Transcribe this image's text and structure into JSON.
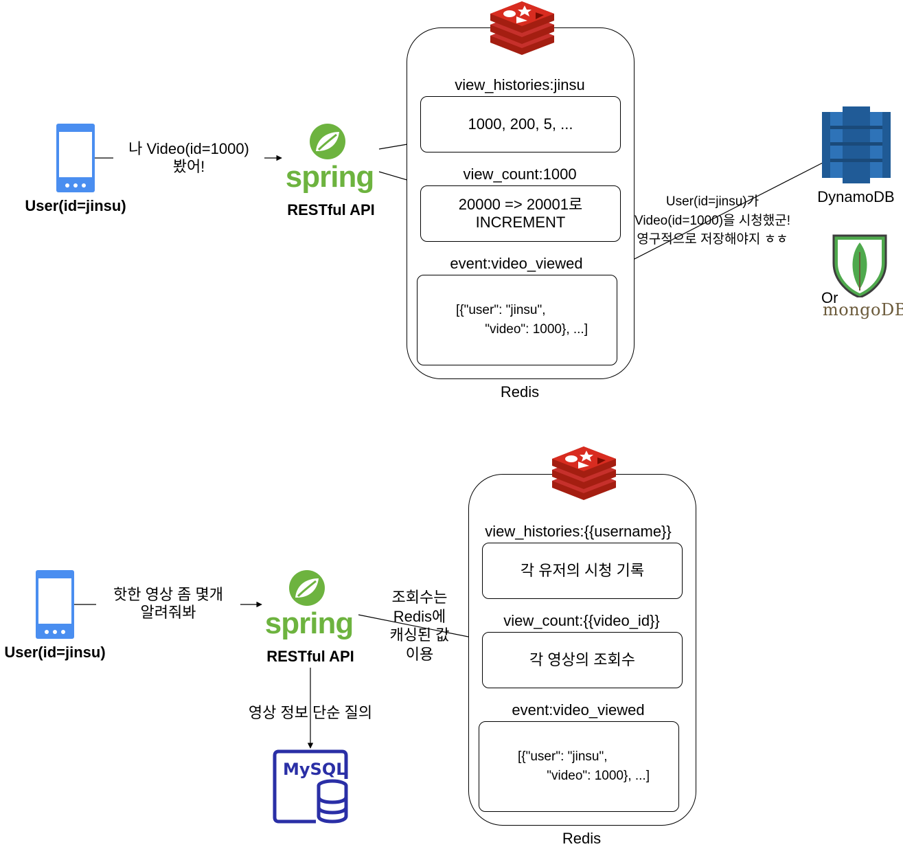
{
  "top": {
    "user_label": "User(id=jinsu)",
    "request_label": "나 Video(id=1000)\n봤어!",
    "api_label": "RESTful API",
    "spring_text": "spring",
    "redis_label": "Redis",
    "key_histories": "view_histories:jinsu",
    "val_histories": "1000, 200, 5, ...",
    "key_count": "view_count:1000",
    "val_count": "20000 => 20001로\nINCREMENT",
    "key_event": "event:video_viewed",
    "val_event": "[{\"user\": \"jinsu\",\n        \"video\": 1000}, ...]",
    "persist_label": "User(id=jinsu)가\nVideo(id=1000)을 시청했군!\n영구적으로 저장해야지 ㅎㅎ",
    "dynamo_label": "DynamoDB",
    "or_label": "Or",
    "mongo_text": "mongoDB"
  },
  "bottom": {
    "user_label": "User(id=jinsu)",
    "request_label": "핫한 영상 좀 몇개\n알려줘봐",
    "api_label": "RESTful API",
    "spring_text": "spring",
    "cache_label": "조회수는\nRedis에\n캐싱된 값\n이용",
    "mysql_label": "영상 정보 단순 질의",
    "mysql_text": "MySQL",
    "redis_label": "Redis",
    "key_histories": "view_histories:{{username}}",
    "val_histories": "각 유저의 시청 기록",
    "key_count": "view_count:{{video_id}}",
    "val_count": "각 영상의 조회수",
    "key_event": "event:video_viewed",
    "val_event": "[{\"user\": \"jinsu\",\n        \"video\": 1000}, ...]"
  },
  "colors": {
    "phone": "#4a8ef0",
    "spring": "#6db33f",
    "redis": "#c6302b",
    "dynamo": "#2e73b8",
    "mongo": "#4fa94d",
    "mysql": "#2a2fa6"
  }
}
